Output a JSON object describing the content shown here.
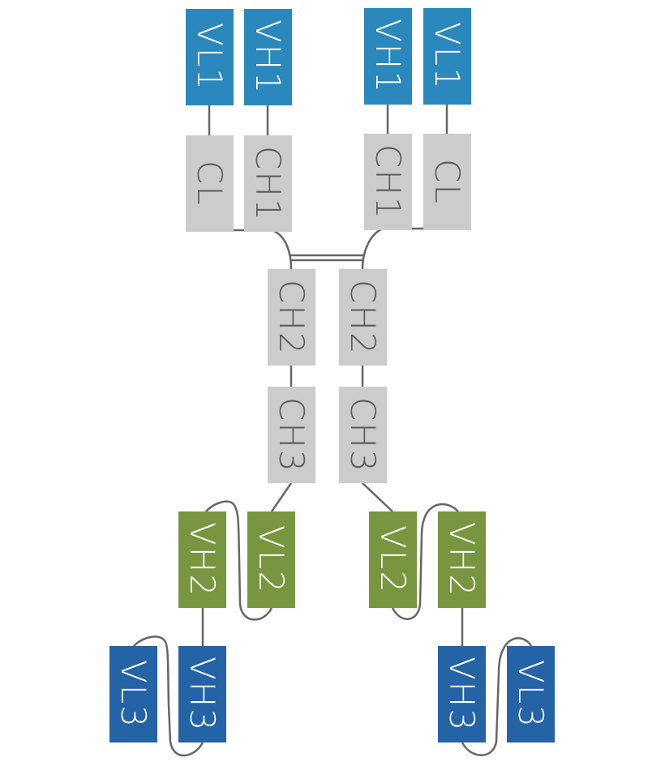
{
  "colors": {
    "variable_1": "#2a88bc",
    "constant": "#cccccc",
    "variable_2": "#78963f",
    "variable_3": "#2463a5",
    "connector": "#666666"
  },
  "left_arm": {
    "vl1": "VL1",
    "vh1": "VH1",
    "cl": "CL",
    "ch1": "CH1"
  },
  "right_arm": {
    "vh1": "VH1",
    "vl1": "VL1",
    "ch1": "CH1",
    "cl": "CL"
  },
  "fc": {
    "left_ch2": "CH2",
    "right_ch2": "CH2",
    "left_ch3": "CH3",
    "right_ch3": "CH3"
  },
  "left_tail": {
    "vh2": "VH2",
    "vl2": "VL2",
    "vl3": "VL3",
    "vh3": "VH3"
  },
  "right_tail": {
    "vl2": "VL2",
    "vh2": "VH2",
    "vh3": "VH3",
    "vl3": "VL3"
  }
}
